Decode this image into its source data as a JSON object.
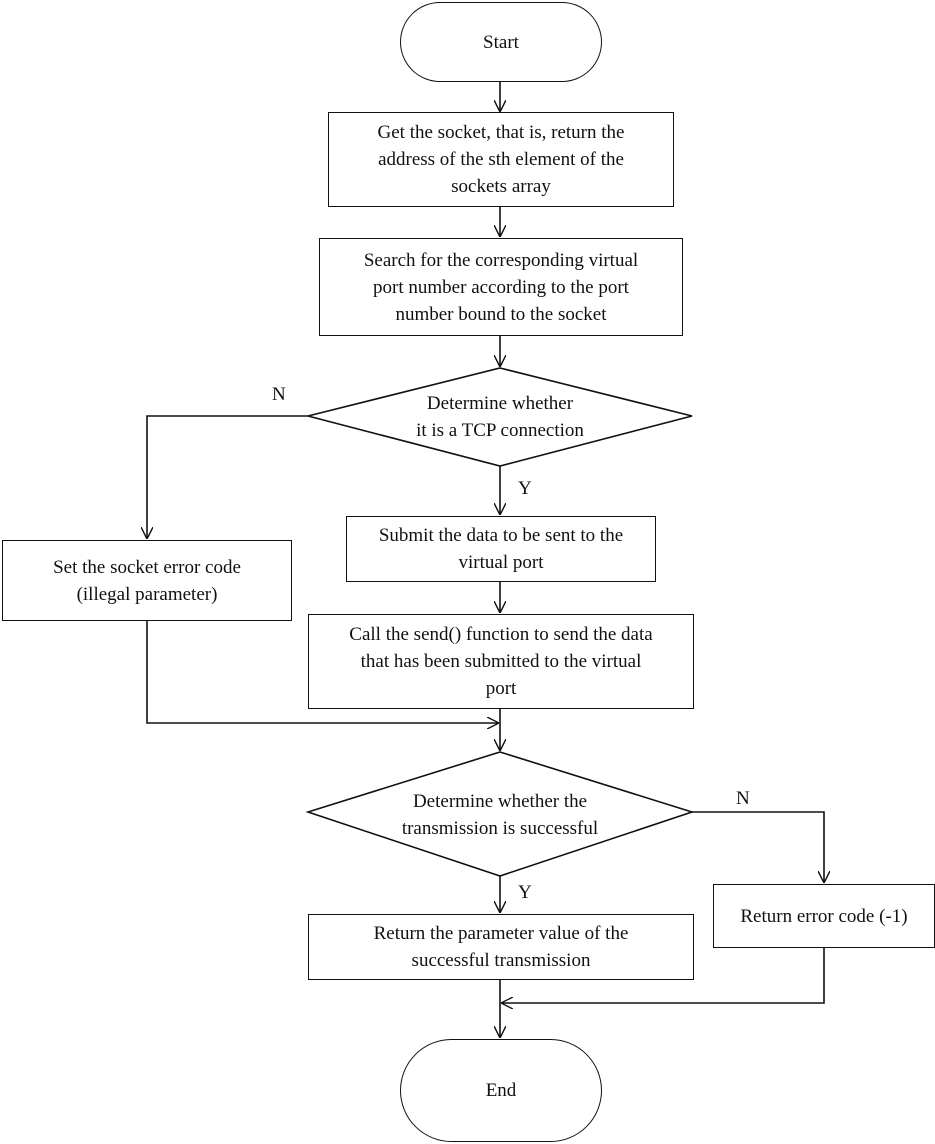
{
  "flowchart": {
    "start": "Start",
    "end": "End",
    "get_socket": [
      "Get the socket, that is, return the",
      "address of the sth element of the",
      "sockets array"
    ],
    "search_port": [
      "Search for the corresponding virtual",
      "port number according to the port",
      "number bound to the socket"
    ],
    "decision_tcp": [
      "Determine whether",
      "it is a TCP connection"
    ],
    "set_error": [
      "Set the socket error code",
      "(illegal parameter)"
    ],
    "submit_data": [
      "Submit the data to be sent to the",
      "virtual port"
    ],
    "call_send": [
      "Call the send() function to send the data",
      "that has been submitted to the virtual",
      "port"
    ],
    "decision_success": [
      "Determine whether the",
      "transmission is successful"
    ],
    "return_error": "Return error code (-1)",
    "return_value": [
      "Return the parameter value of the",
      "successful transmission"
    ],
    "branch_yes": "Y",
    "branch_no": "N"
  }
}
